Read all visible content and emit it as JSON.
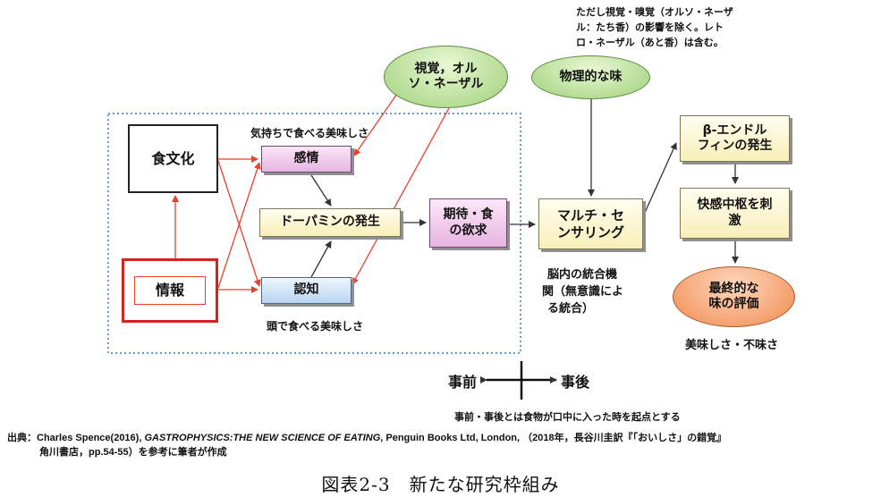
{
  "nodes": {
    "shokubunka": "食文化",
    "joho": "情報",
    "kanjo": "感情",
    "ninchi": "認知",
    "dopamine": "ドーパミンの発生",
    "kitai_l1": "期待・食",
    "kitai_l2": "の欲求",
    "multi_l1": "マルチ・セ",
    "multi_l2": "ンサリング",
    "beta_l1": "β-エンドル",
    "beta_l2": "フィンの発生",
    "kaikan_l1": "快感中枢を刺",
    "kaikan_l2": "激",
    "saishu_l1": "最終的な",
    "saishu_l2": "味の評価",
    "shikaku_l1": "視覚，オル",
    "shikaku_l2": "ソ・ネーザル",
    "butsuri": "物理的な味"
  },
  "labels": {
    "kimochi": "気持ちで食べる美味しさ",
    "atama": "頭で食べる美味しさ",
    "nou_l1": "脳内の統合機",
    "nou_l2": "関（無意識によ",
    "nou_l3": "る統合）",
    "oishisa": "美味しさ・不味さ",
    "note_l1": "ただし視覚・嗅覚（オルソ・ネーザ",
    "note_l2": "ル：たち香）の影響を除く。レト",
    "note_l3": "ロ・ネーザル（あと香）は含む。",
    "jizen": "事前",
    "jigo": "事後",
    "jizen_note": "事前・事後とは食物が口中に入った時を起点とする"
  },
  "source": {
    "prefix": "出典：",
    "line1_a": "Charles Spence(2016), ",
    "line1_title": "GASTROPHYSICS:THE NEW SCIENCE OF EATING",
    "line1_b": ", Penguin Books Ltd, London, （2018年，長谷川圭訳『「おいしさ」の錯覚』",
    "line2": "角川書店，pp.54-55）を参考に筆者が作成"
  },
  "caption": "図表2-3　新たな研究枠組み",
  "colors": {
    "red_border": "#d8231a",
    "red_arrow": "#e8412c",
    "dotted_blue": "#2a7fd4",
    "dark_arrow": "#333333"
  }
}
